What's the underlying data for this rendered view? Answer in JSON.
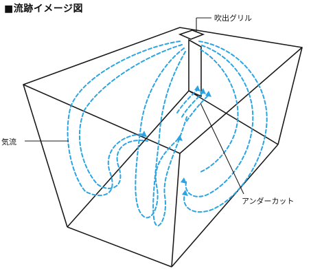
{
  "title": "■流跡イメージ図",
  "labels": {
    "grille": "吹出グリル",
    "airflow": "気流",
    "undercut": "アンダーカット"
  },
  "colors": {
    "flow": "#2aa4e2",
    "edges": "#1a1a1a"
  }
}
